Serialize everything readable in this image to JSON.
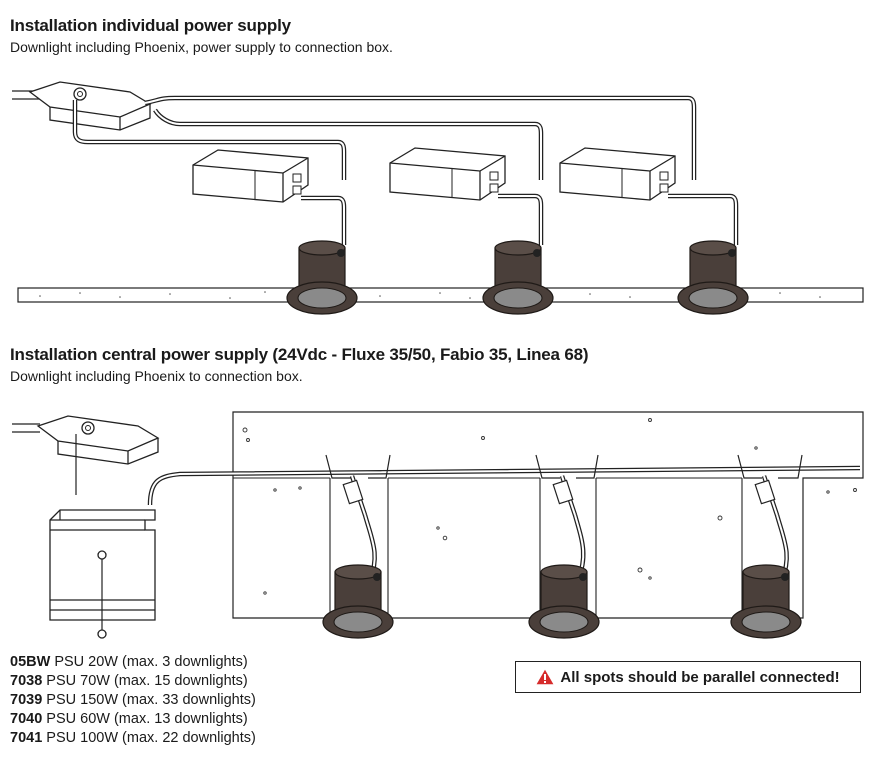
{
  "section1": {
    "title": "Installation individual power supply",
    "subtitle": "Downlight including Phoenix, power supply to connection box."
  },
  "section2": {
    "title": "Installation central power supply (24Vdc - Fluxe 35/50, Fabio 35, Linea 68)",
    "subtitle": "Downlight including Phoenix to connection box."
  },
  "psu_options": [
    {
      "code": "05BW",
      "desc": "PSU 20W (max. 3 downlights)"
    },
    {
      "code": "7038",
      "desc": "PSU 70W (max. 15 downlights)"
    },
    {
      "code": "7039",
      "desc": "PSU 150W (max. 33 downlights)"
    },
    {
      "code": "7040",
      "desc": "PSU 60W (max. 13 downlights)"
    },
    {
      "code": "7041",
      "desc": "PSU 100W (max. 22 downlights)"
    }
  ],
  "warning": {
    "icon": "warning-triangle-icon",
    "text": "All spots should be parallel connected!",
    "color": "#d62b2b"
  },
  "colors": {
    "downlight": "#4a3f3a",
    "lens": "#8a8a8a",
    "line": "#222222"
  }
}
